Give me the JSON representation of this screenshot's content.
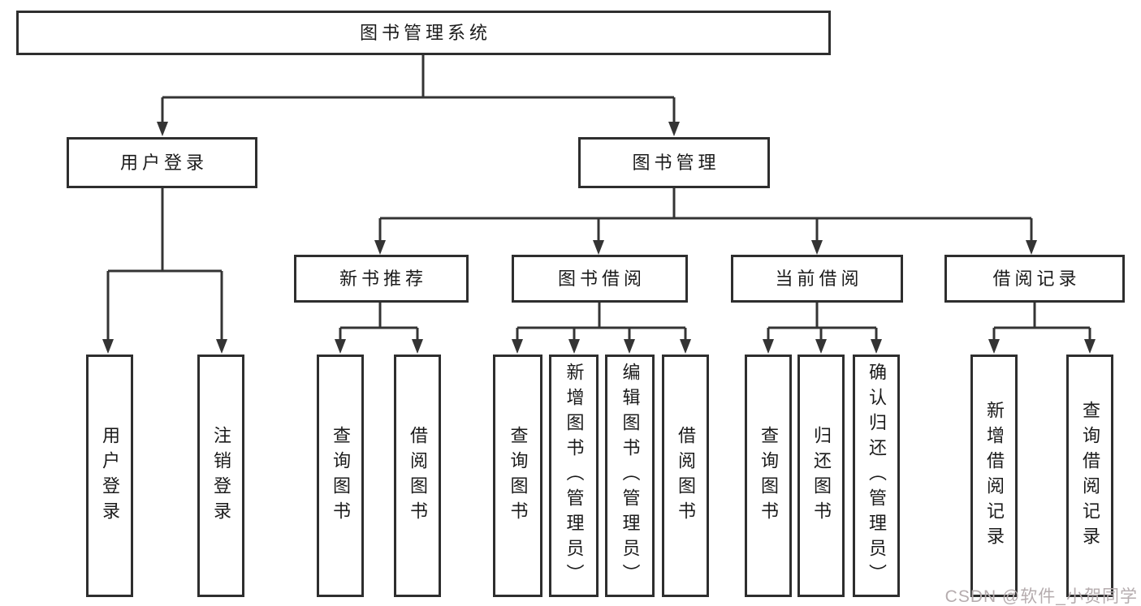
{
  "diagram": {
    "root": "图书管理系统",
    "level2": {
      "user_login": "用户登录",
      "book_mgmt": "图书管理"
    },
    "level3": {
      "new_book": "新书推荐",
      "book_borrow": "图书借阅",
      "current_borrow": "当前借阅",
      "borrow_record": "借阅记录"
    },
    "leaves": {
      "user_login": [
        "用户登录",
        "注销登录"
      ],
      "new_book": [
        "查询图书",
        "借阅图书"
      ],
      "book_borrow": [
        "查询图书",
        "新增图书（管理员）",
        "编辑图书（管理员）",
        "借阅图书"
      ],
      "current_borrow": [
        "查询图书",
        "归还图书",
        "确认归还（管理员）"
      ],
      "borrow_record": [
        "新增借阅记录",
        "查询借阅记录"
      ]
    }
  },
  "watermark": "CSDN @软件_小贺同学",
  "colors": {
    "line": "#343434",
    "box_border": "#2e2e2e",
    "text": "#1b1b1b",
    "watermark": "#b5acae",
    "background": "#ffffff"
  }
}
